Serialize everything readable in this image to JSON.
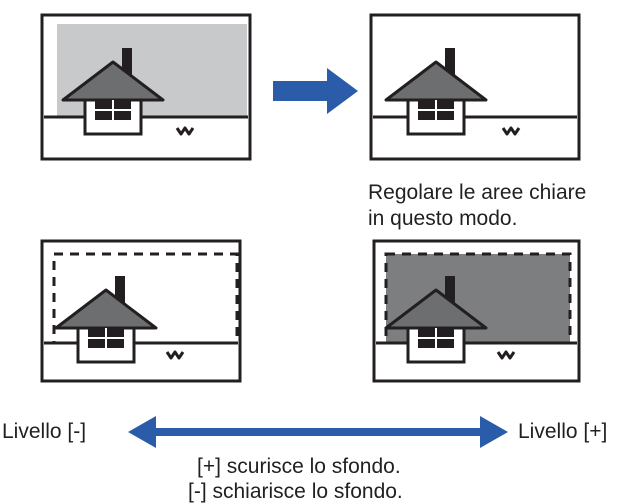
{
  "caption": {
    "line1": "Regolare le aree chiare",
    "line2": "in questo modo."
  },
  "scale": {
    "left_label": "Livello [-]",
    "right_label": "Livello [+]"
  },
  "notes": {
    "line1": "[+] scurisce lo sfondo.",
    "line2": "[-] schiarisce lo sfondo."
  },
  "colors": {
    "arrow_blue": "#2a5caa",
    "light_background": "#c8c9ca",
    "dark_background": "#7d7e80",
    "house_roof": "#6d6e70",
    "ink": "#231f20"
  },
  "icons": {
    "arrow": "right-arrow-icon",
    "double_arrow": "double-headed-arrow-icon",
    "house": "house-icon",
    "grass": "grass-icon"
  }
}
